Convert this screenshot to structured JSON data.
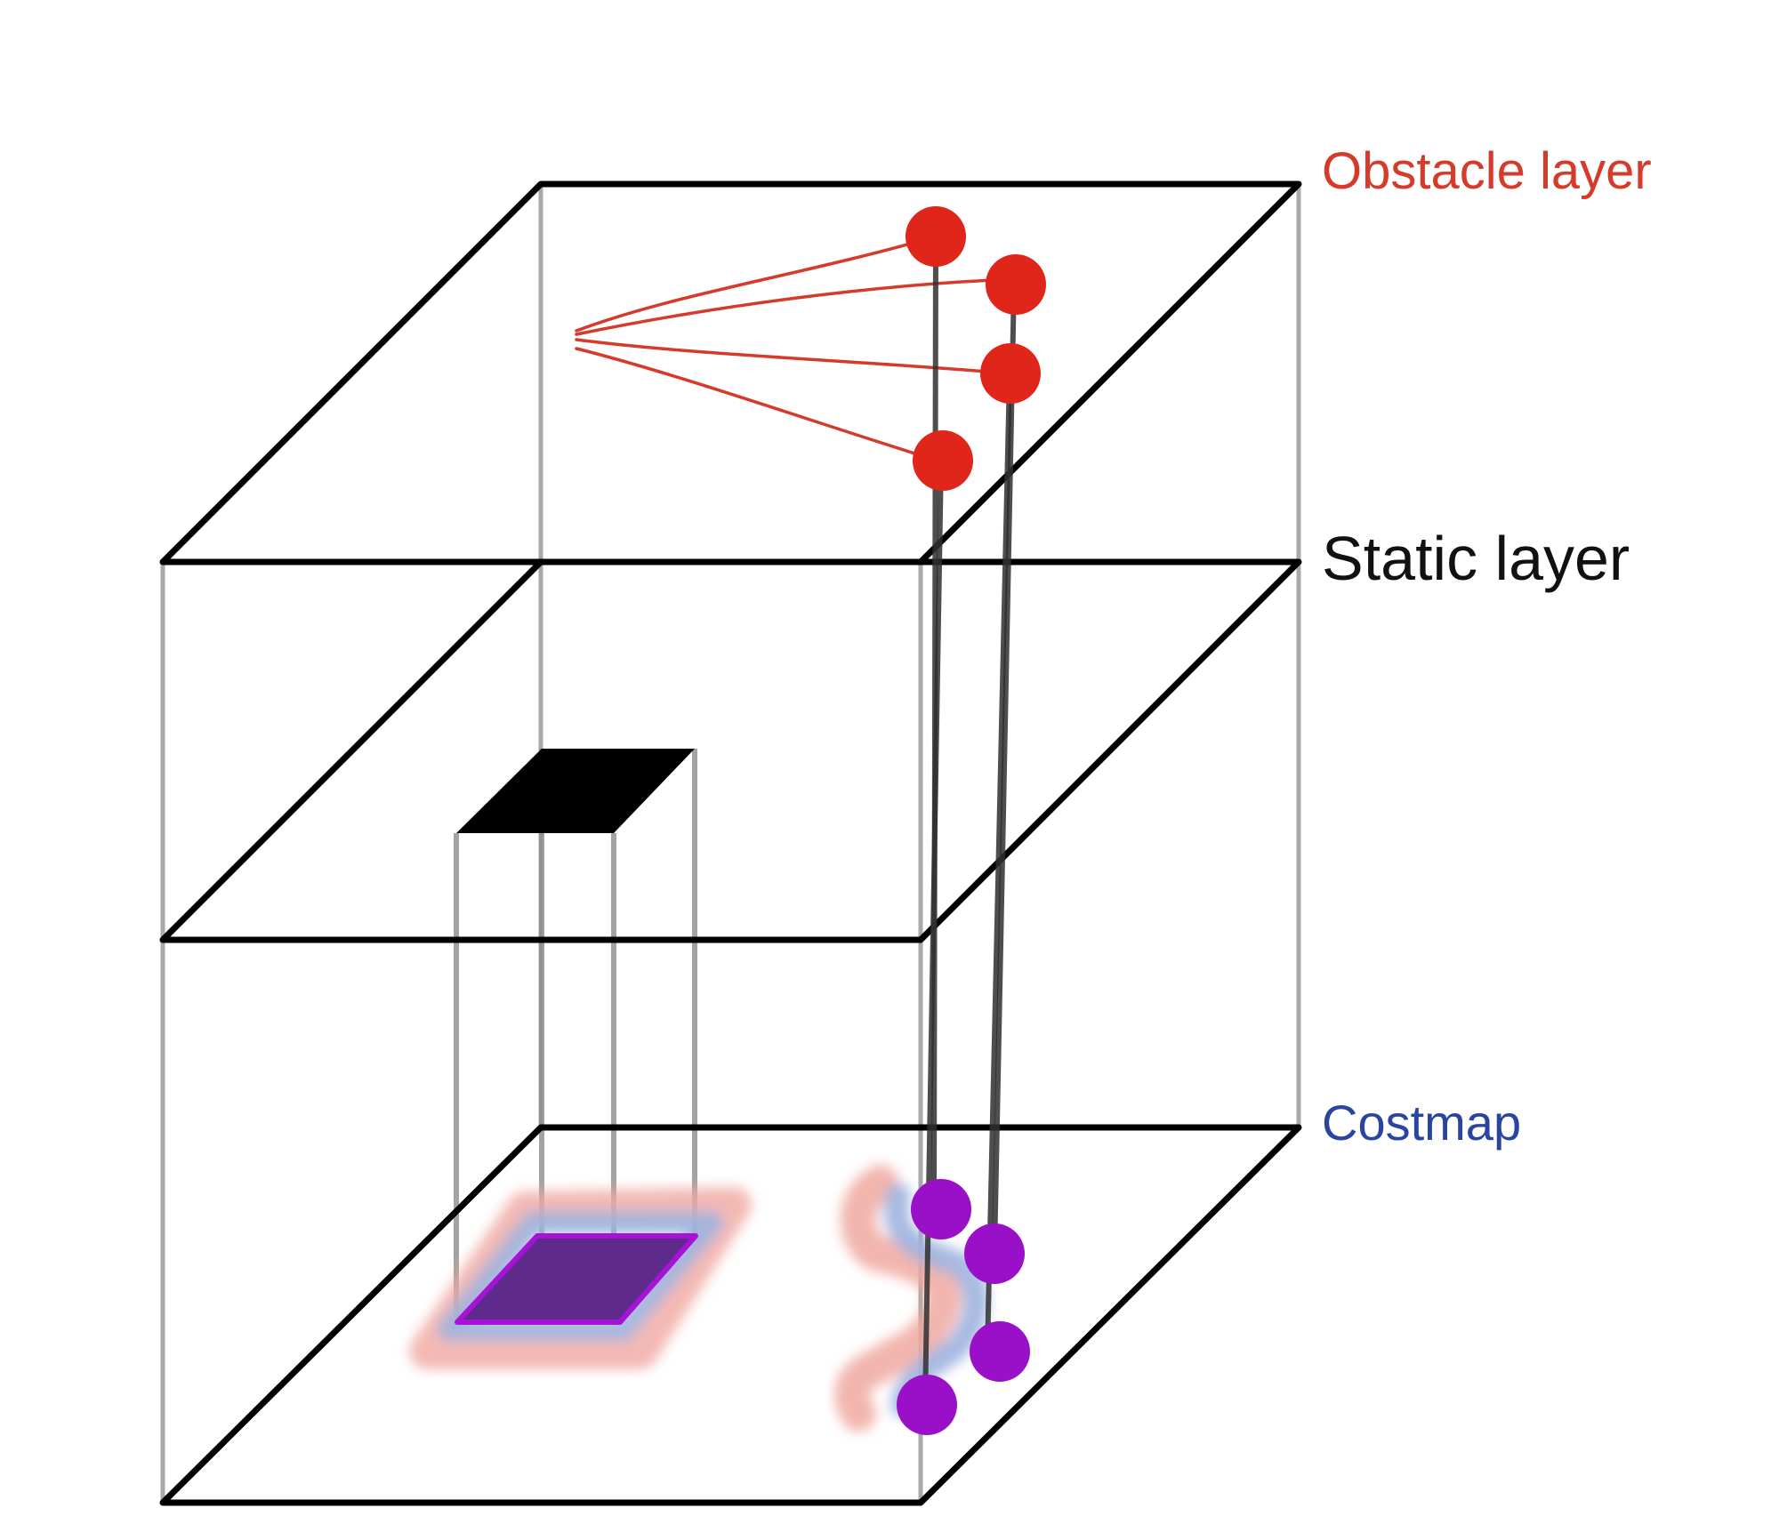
{
  "labels": {
    "obstacle": "Obstacle layer",
    "static": "Static layer",
    "costmap": "Costmap"
  },
  "colors": {
    "obstacle": "#d63a2a",
    "static": "#111111",
    "costmap": "#2a45a0",
    "obstacle_point": "#e0261a",
    "costmap_point": "#9a10c8",
    "obstacle_footprint": "#5e2a8c",
    "inflation_inner": "#9fb3de",
    "inflation_outer": "#f0a8a0",
    "frame_line": "#000000",
    "projection_line": "#8c8c8c"
  },
  "obstacle_layer": {
    "detected_points": 4
  },
  "costmap": {
    "marked_cells": 4
  }
}
